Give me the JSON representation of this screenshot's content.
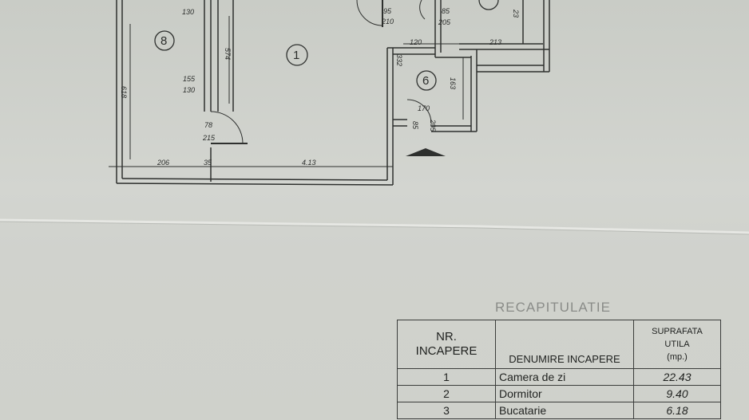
{
  "plan": {
    "rooms": [
      "8",
      "1",
      "6"
    ],
    "dimensions": {
      "d130_top": "130",
      "d95": "95",
      "d210": "210",
      "d85": "85",
      "d205_top": "205",
      "d23": "23",
      "d120": "120",
      "d213": "213",
      "d332": "332",
      "d618": "618",
      "d574": "574",
      "d155": "155",
      "d130": "130",
      "d163": "163",
      "d170": "170",
      "d85b": "85",
      "d205b": "205",
      "d78": "78",
      "d215": "215",
      "d206": "206",
      "d35": "35",
      "d413": "4.13"
    }
  },
  "recap": {
    "title": "RECAPITULATIE",
    "headers": {
      "nr": [
        "NR.",
        "INCAPERE"
      ],
      "name": "DENUMIRE INCAPERE",
      "area": [
        "SUPRAFATA",
        "UTILA",
        "(mp.)"
      ]
    },
    "rows": [
      {
        "nr": "1",
        "name": "Camera de zi",
        "area": "22.43"
      },
      {
        "nr": "2",
        "name": "Dormitor",
        "area": "9.40"
      },
      {
        "nr": "3",
        "name": "Bucatarie",
        "area": "6.18"
      }
    ]
  }
}
